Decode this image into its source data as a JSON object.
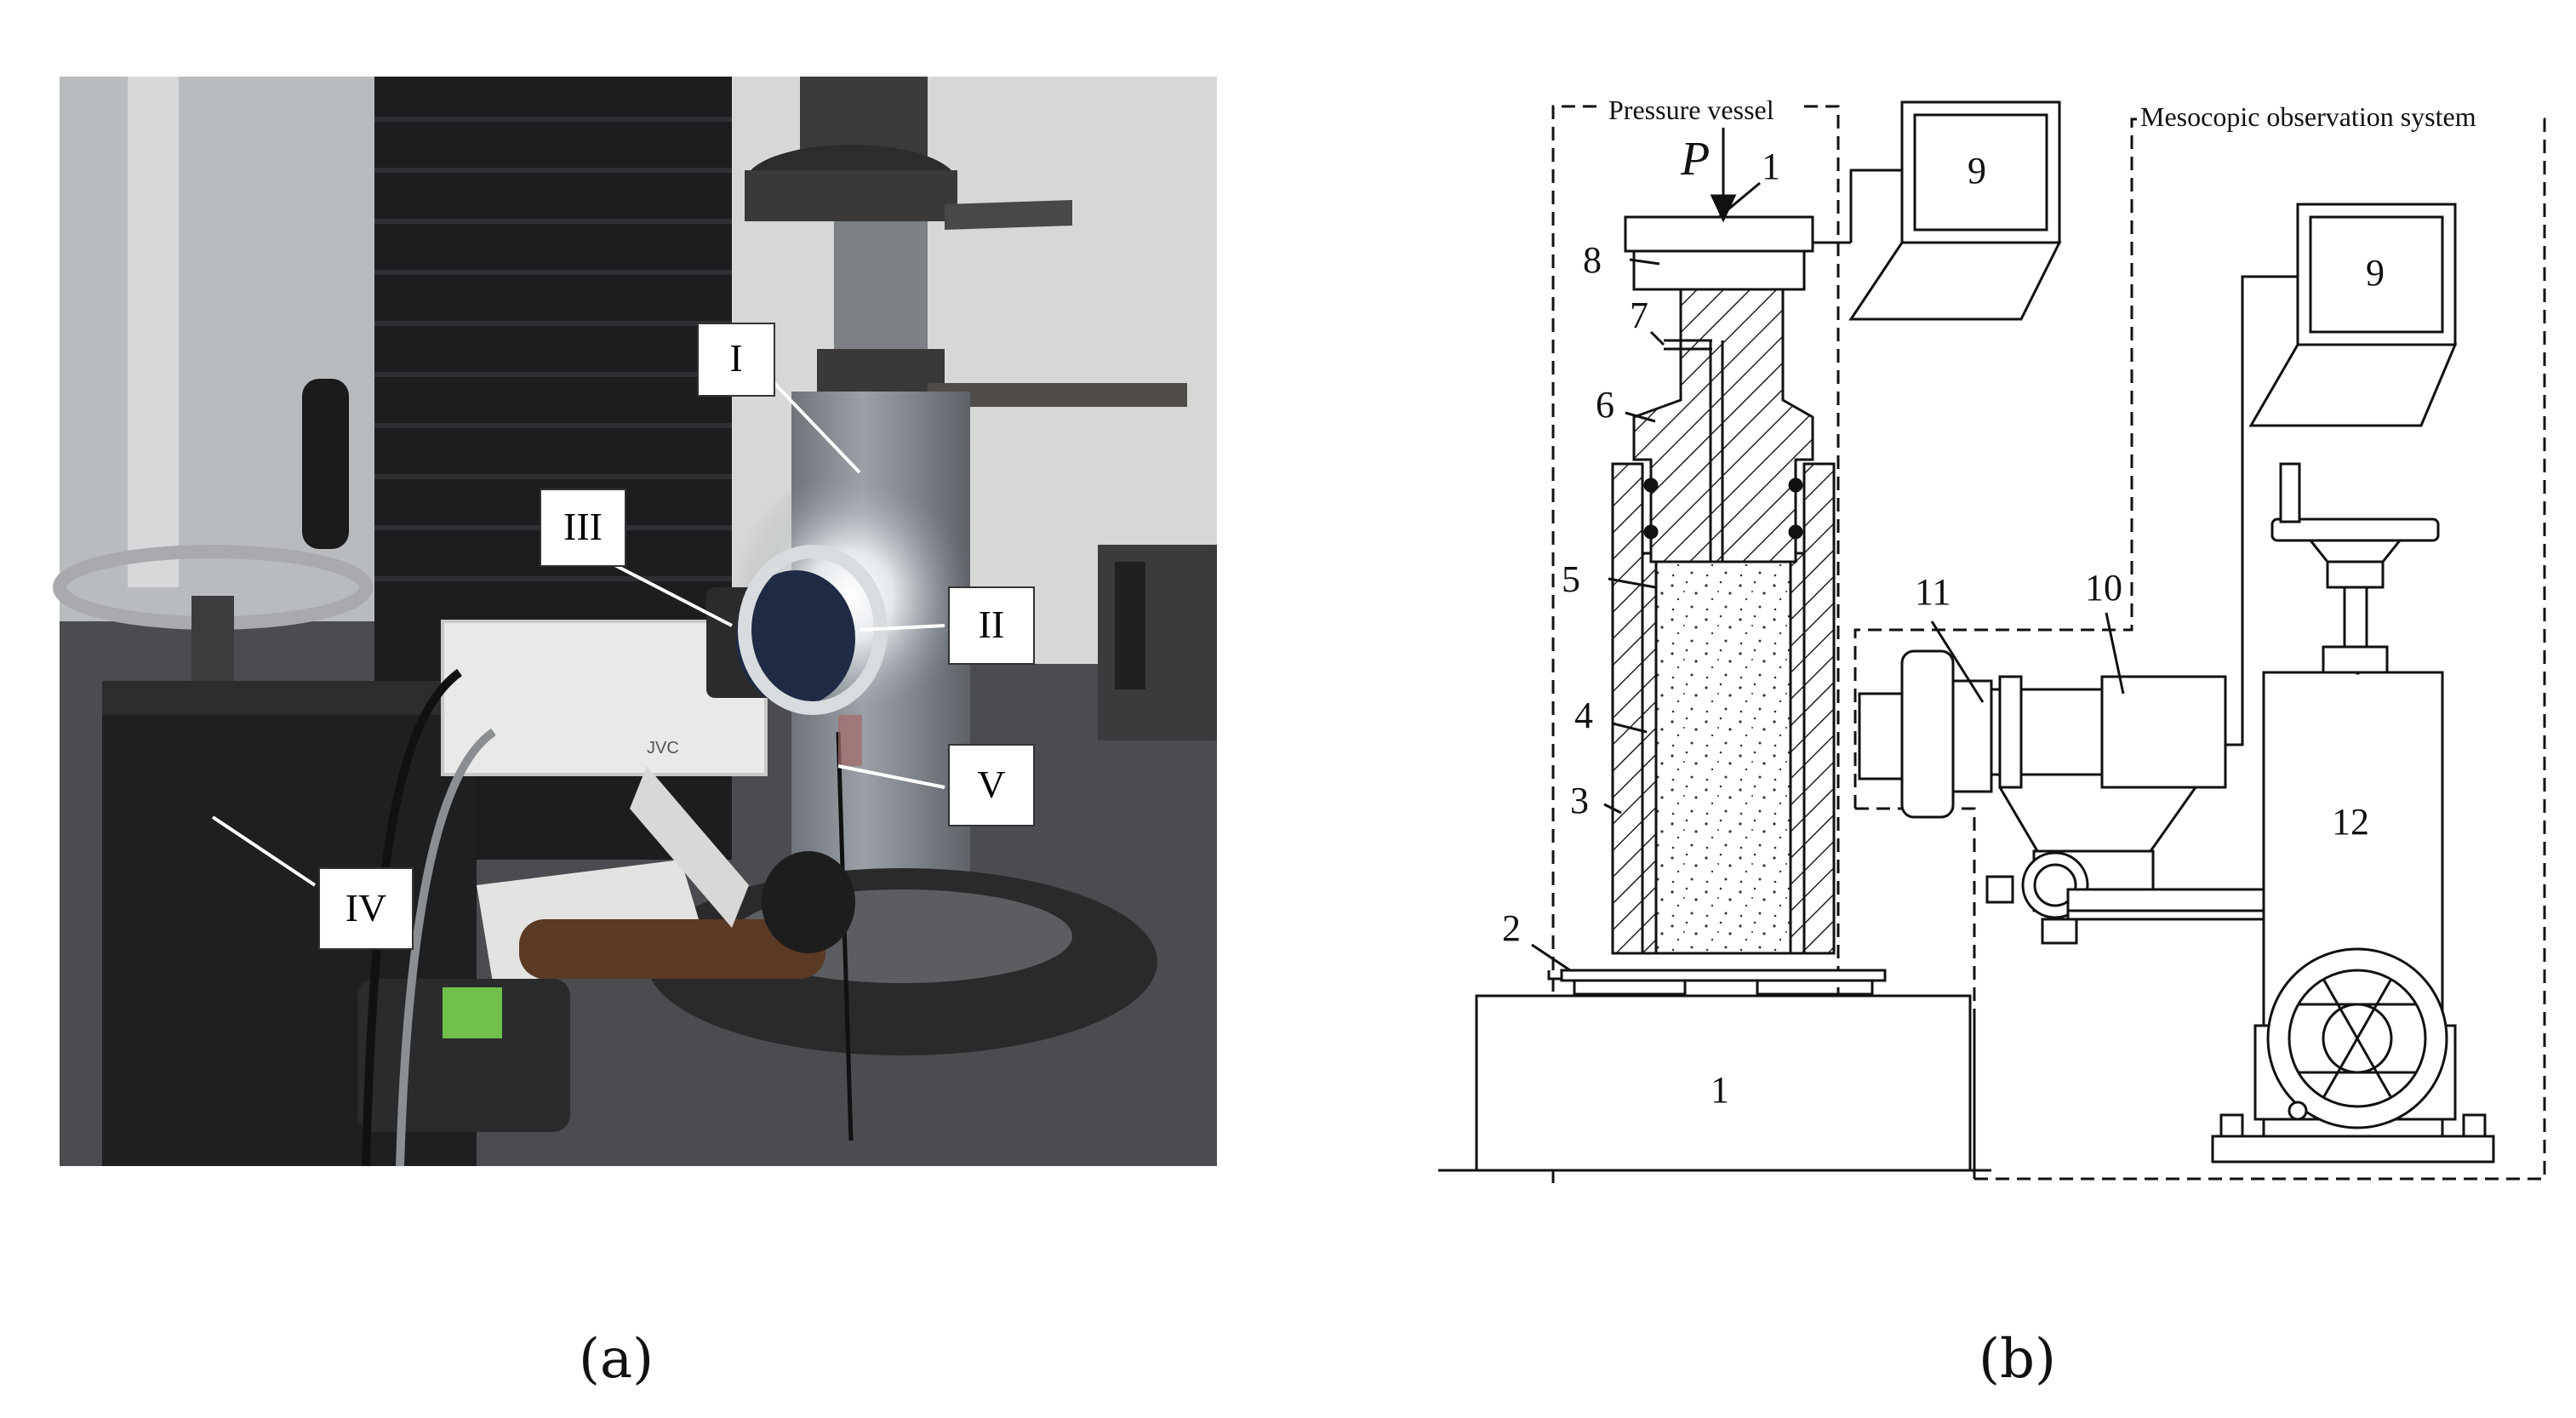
{
  "panel_a": {
    "caption": "(a)",
    "tags": {
      "I": "I",
      "II": "II",
      "III": "III",
      "IV": "IV",
      "V": "V"
    },
    "camera_brand": "JVC"
  },
  "panel_b": {
    "caption": "(b)",
    "labels": {
      "pressure_vessel": "Pressure vessel",
      "mesocopic": "Mesocopic observation system",
      "force": "P"
    },
    "numbers": {
      "n1_top": "1",
      "n1_base": "1",
      "n2": "2",
      "n3": "3",
      "n4": "4",
      "n5": "5",
      "n6": "6",
      "n7": "7",
      "n8": "8",
      "n9_left": "9",
      "n9_right": "9",
      "n10": "10",
      "n11": "11",
      "n12": "12"
    }
  }
}
